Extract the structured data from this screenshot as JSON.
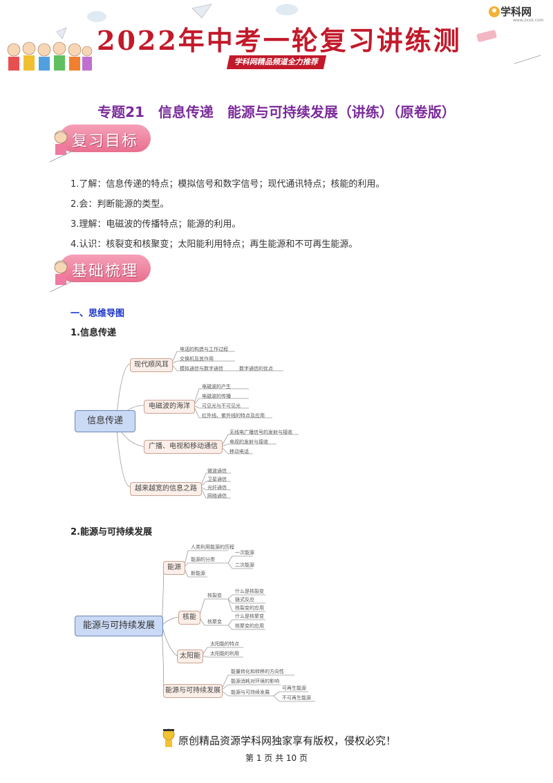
{
  "header": {
    "banner_title": "2022年中考一轮复习讲练测",
    "banner_subtitle": "学科网精品频道全力推荐",
    "logo": "学科网",
    "logo_sub": "www.zxxk.com"
  },
  "doc_title": "专题21　信息传递　能源与可持续发展（讲练）（原卷版）",
  "section_review": {
    "badge": "复习目标",
    "objectives": [
      "1.了解：信息传递的特点；模拟信号和数字信号；现代通讯特点；核能的利用。",
      "2.会：判断能源的类型。",
      "3.理解：电磁波的传播特点；能源的利用。",
      "4.认识：核裂变和核聚变；太阳能利用特点；再生能源和不可再生能源。"
    ]
  },
  "section_basics": {
    "badge": "基础梳理",
    "part_label": "一、思维导图",
    "map1_title": "1.信息传递",
    "map2_title": "2.能源与可持续发展"
  },
  "map1": {
    "root": "信息传递",
    "nodes": [
      "现代顺风耳",
      "电磁波的海洋",
      "广播、电视和移动通信",
      "越来越宽的信息之路"
    ],
    "leaves": {
      "n0": [
        "电话的构造与工作过程",
        "交换机及其作用",
        "模拟通信与数字通信",
        "数字通信的优点"
      ],
      "n1": [
        "电磁波的产生",
        "电磁波的传播",
        "可见光与不可见光",
        "红外线、紫外线的特点及应用"
      ],
      "n2": [
        "无线电广播信号的发射与接收",
        "电视的发射与接收",
        "移动电话"
      ],
      "n3": [
        "微波通信",
        "卫星通信",
        "光纤通信",
        "网络通信"
      ]
    }
  },
  "map2": {
    "root": "能源与可持续发展",
    "nodes": [
      "能源",
      "核能",
      "太阳能",
      "能源与可持续发展"
    ],
    "leaves": {
      "n0": [
        "人类利用能源的历程",
        "能源的分类",
        "一次能源",
        "二次能源",
        "新能源"
      ],
      "n1": [
        "核裂变",
        "什么是核裂变",
        "链式反应",
        "核裂变的应用",
        "核聚变",
        "什么是核聚变",
        "核聚变的应用"
      ],
      "n2": [
        "太阳能的特点",
        "太阳能的利用"
      ],
      "n3": [
        "能量转化和转移的方向性",
        "能源消耗对环境的影响",
        "能源与可持续发展",
        "可再生能源",
        "不可再生能源"
      ]
    }
  },
  "footer": {
    "copyright": "原创精品资源学科网独家享有版权，侵权必究！",
    "page": "第 1 页 共 10 页"
  },
  "colors": {
    "banner_red": "#c21a2a",
    "title_purple": "#7a2a9a",
    "badge_pink": "#e8708f",
    "label_blue": "#1a33c8"
  }
}
